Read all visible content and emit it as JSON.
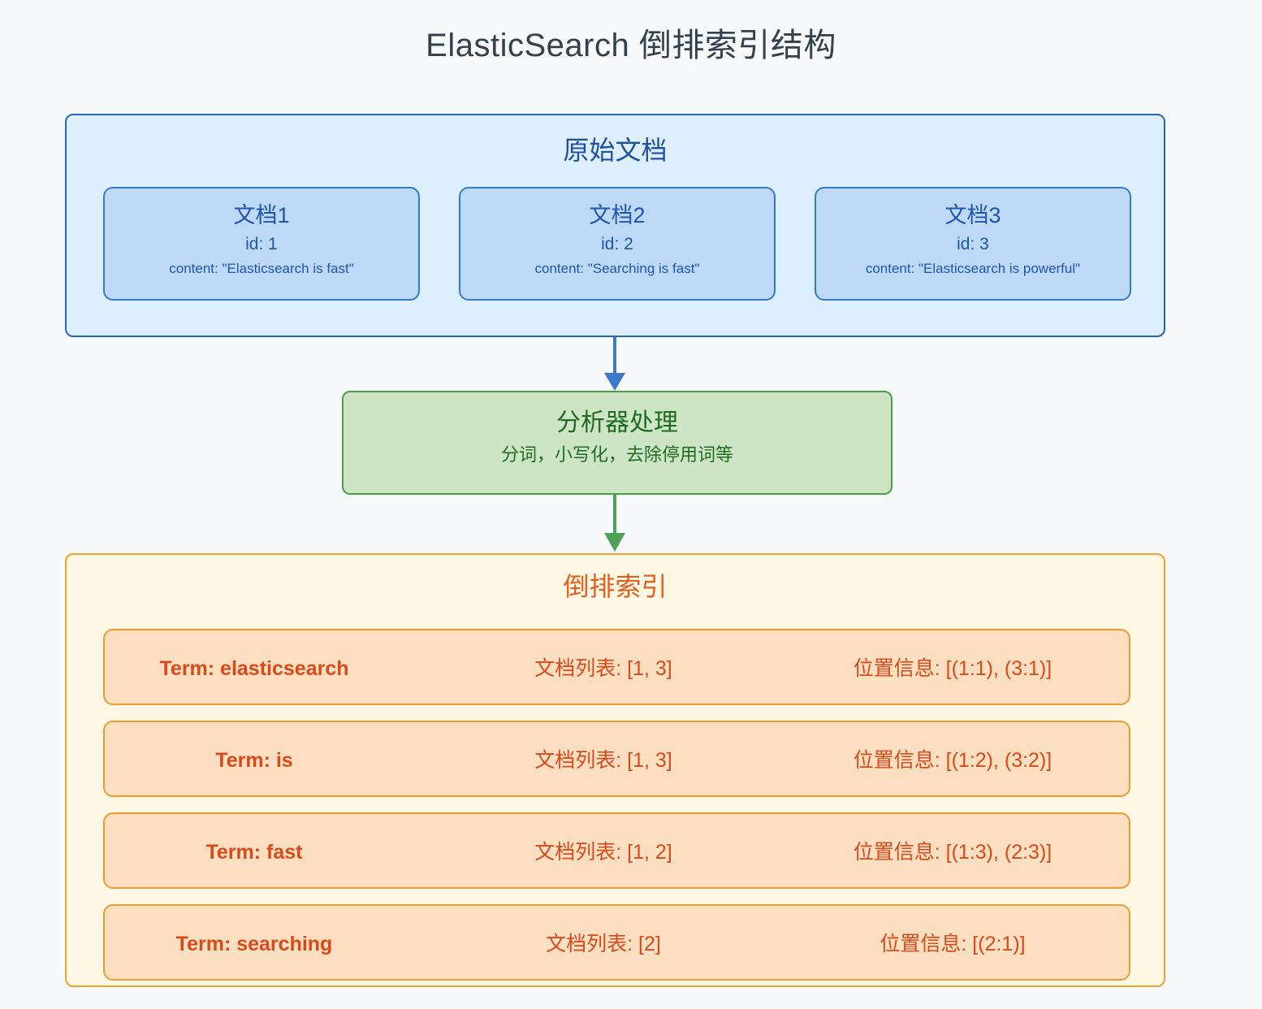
{
  "page": {
    "title": "ElasticSearch 倒排索引结构",
    "background": "#f6f8fa",
    "title_color": "#33404d"
  },
  "documents_section": {
    "heading": "原始文档",
    "fill": "#ddeefc",
    "border": "#2a64b8",
    "text_color": "#1f4fa0",
    "cards": [
      {
        "title": "文档1",
        "id_line": "id: 1",
        "content_line": "content: \"Elasticsearch is fast\""
      },
      {
        "title": "文档2",
        "id_line": "id: 2",
        "content_line": "content: \"Searching is fast\""
      },
      {
        "title": "文档3",
        "id_line": "id: 3",
        "content_line": "content: \"Elasticsearch is powerful\""
      }
    ]
  },
  "analyzer_section": {
    "title": "分析器处理",
    "subtitle": "分词，小写化，去除停用词等",
    "fill": "#cde5c5",
    "border": "#4a9e45",
    "text_color": "#1f6b23"
  },
  "arrows": {
    "documents_to_analyzer_color": "#3d79cc",
    "analyzer_to_index_color": "#4ea055"
  },
  "index_section": {
    "heading": "倒排索引",
    "fill": "#fdf7e4",
    "border": "#f5a02d",
    "text_color": "#e0601f",
    "row_fill": "#fbdfc0",
    "row_border": "#f09a33",
    "row_text_color": "#d94a1a",
    "rows": [
      {
        "term": "Term: elasticsearch",
        "doc_list": "文档列表: [1, 3]",
        "positions": "位置信息: [(1:1), (3:1)]"
      },
      {
        "term": "Term: is",
        "doc_list": "文档列表: [1, 3]",
        "positions": "位置信息: [(1:2), (3:2)]"
      },
      {
        "term": "Term: fast",
        "doc_list": "文档列表: [1, 2]",
        "positions": "位置信息: [(1:3), (2:3)]"
      },
      {
        "term": "Term: searching",
        "doc_list": "文档列表: [2]",
        "positions": "位置信息: [(2:1)]"
      }
    ]
  }
}
